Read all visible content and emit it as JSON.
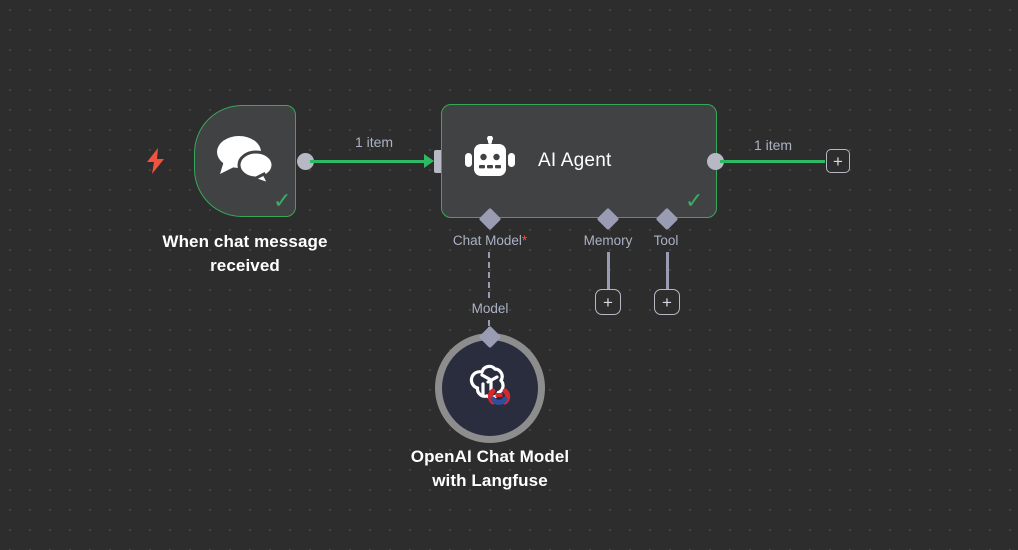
{
  "canvas": {
    "background_color": "#2d2d2d",
    "grid_dot_color": "#4a4a4a",
    "accent_success": "#30b964",
    "accent_trigger": "#f05340",
    "connector_color": "#9a9cb4",
    "label_color": "#aab2c4"
  },
  "nodes": {
    "trigger": {
      "title": "When chat message received",
      "icon": "chat-bubbles-icon",
      "badge_icon": "lightning-bolt-icon",
      "status": "success",
      "status_icon": "check-icon"
    },
    "agent": {
      "title": "AI Agent",
      "icon": "robot-icon",
      "status": "success",
      "status_icon": "check-icon",
      "sub_ports": [
        {
          "label": "Chat Model",
          "required": true,
          "required_marker": "*",
          "connection_style": "dashed",
          "connection_label": "Model"
        },
        {
          "label": "Memory",
          "required": false,
          "required_marker": "",
          "connection_style": "solid",
          "add_label": "+"
        },
        {
          "label": "Tool",
          "required": false,
          "required_marker": "",
          "connection_style": "solid",
          "add_label": "+"
        }
      ]
    },
    "openai": {
      "title": "OpenAI Chat Model with Langfuse",
      "title_line1": "OpenAI Chat Model",
      "title_line2": "with Langfuse",
      "icon": "openai-langfuse-icon",
      "ring_color": "#8d8d8d",
      "body_color": "#2a2d3e"
    }
  },
  "connections": {
    "trigger_to_agent": {
      "label": "1 item",
      "color": "#30b964"
    },
    "agent_output": {
      "label": "1 item",
      "color": "#30b964",
      "add_label": "+"
    }
  }
}
